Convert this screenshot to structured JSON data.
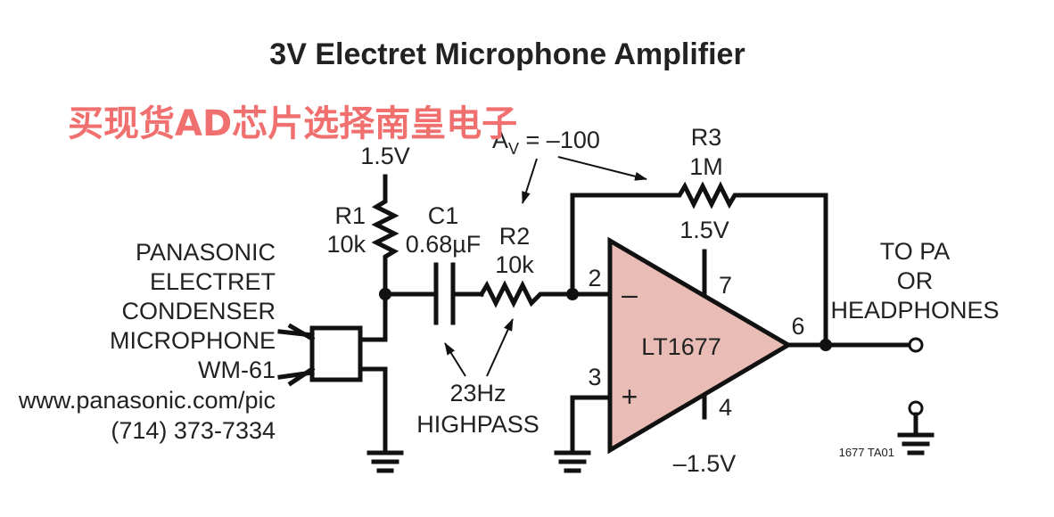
{
  "title": "3V Electret Microphone Amplifier",
  "watermark": "买现货AD芯片选择南皇电子",
  "supply_top": "1.5V",
  "microphone": {
    "line1": "PANASONIC",
    "line2": "ELECTRET",
    "line3": "CONDENSER",
    "line4": "MICROPHONE",
    "line5": "WM-61",
    "url": "www.panasonic.com/pic",
    "phone": "(714) 373-7334"
  },
  "r1": {
    "name": "R1",
    "value": "10k"
  },
  "c1": {
    "name": "C1",
    "value": "0.68µF"
  },
  "r2": {
    "name": "R2",
    "value": "10k"
  },
  "r3": {
    "name": "R3",
    "value": "1M"
  },
  "gain": {
    "prefix": "A",
    "subscript": "V",
    "value": " = –100"
  },
  "highpass": {
    "line1": "23Hz",
    "line2": "HIGHPASS"
  },
  "opamp": {
    "name": "LT1677",
    "pin_inv": "2",
    "pin_noninv": "3",
    "pin_vpos": "7",
    "pin_vneg": "4",
    "pin_out": "6",
    "minus_sign": "–",
    "plus_sign": "+",
    "vpos": "1.5V",
    "vneg": "–1.5V",
    "fill_color": "#e9bdb6"
  },
  "output": {
    "line1": "TO PA",
    "line2": "OR",
    "line3": "HEADPHONES"
  },
  "figure_code": "1677 TA01"
}
